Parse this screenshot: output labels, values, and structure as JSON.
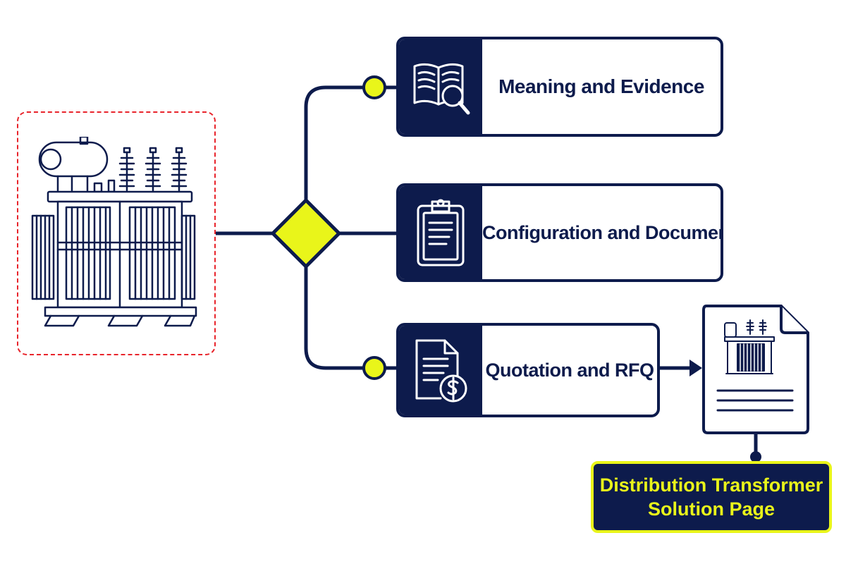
{
  "colors": {
    "navy": "#0d1b4c",
    "accent_yellow": "#e9f51a",
    "dashed_red": "#e8242b",
    "background": "#ffffff"
  },
  "source": {
    "icon": "power-transformer-icon"
  },
  "branches": [
    {
      "label": "Meaning and Evidence",
      "icon": "book-magnifier-icon"
    },
    {
      "label": "Configuration and Documents",
      "icon": "clipboard-icon"
    },
    {
      "label": "Quotation and RFQ",
      "icon": "document-dollar-icon"
    }
  ],
  "output": {
    "icon": "transformer-document-icon",
    "title_line1": "Distribution Transformer",
    "title_line2": "Solution Page"
  }
}
